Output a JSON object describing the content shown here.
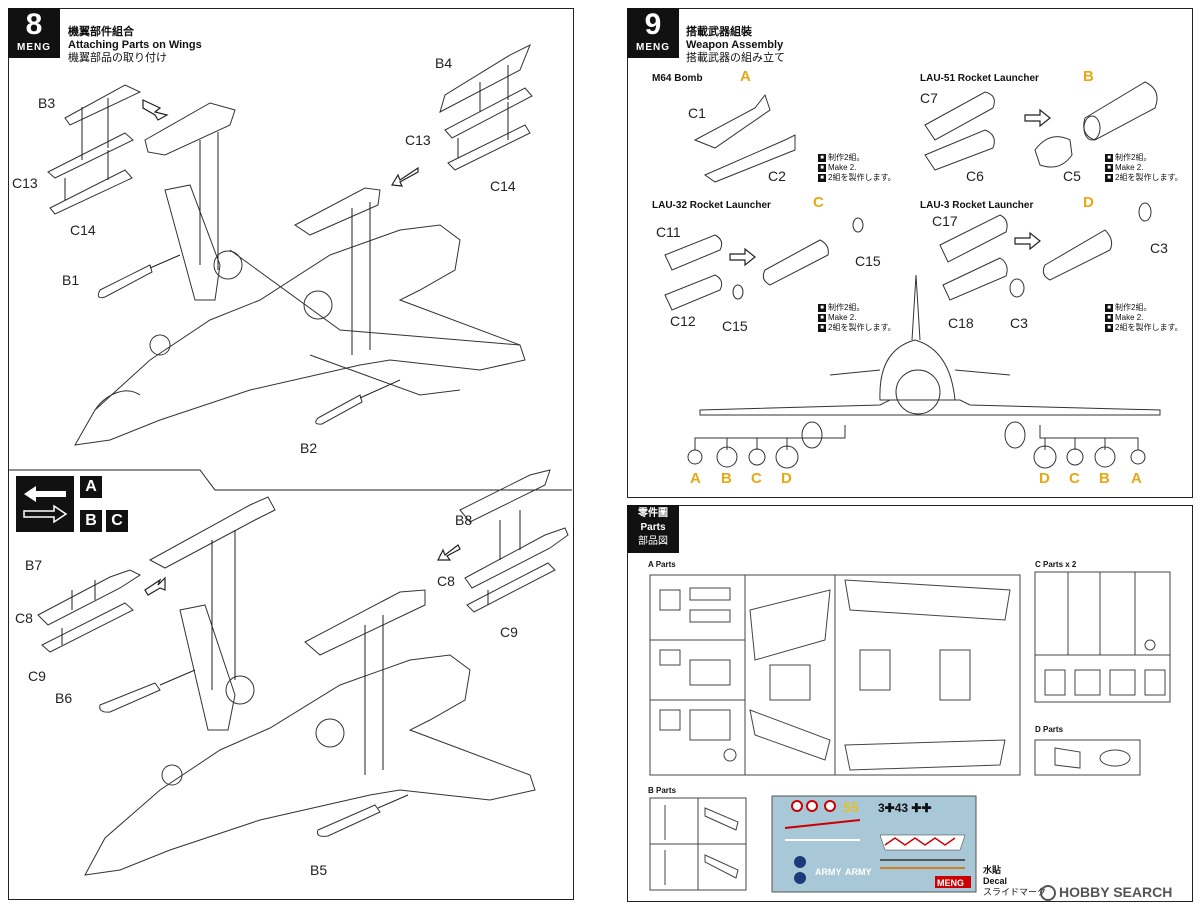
{
  "step8": {
    "number": "8",
    "logo": "MENG",
    "title_cn": "機翼部件組合",
    "title_en": "Attaching Parts on Wings",
    "title_jp": "機翼部品の取り付け",
    "top_labels": [
      "B3",
      "C13",
      "C14",
      "B1",
      "B4",
      "C13",
      "C14",
      "B2"
    ],
    "bottom_labels": [
      "B7",
      "C8",
      "C9",
      "B6",
      "B8",
      "C8",
      "C9",
      "B5"
    ],
    "options_icons": [
      "A",
      "B",
      "C"
    ]
  },
  "step9": {
    "number": "9",
    "logo": "MENG",
    "title_cn": "搭載武器組裝",
    "title_en": "Weapon Assembly",
    "title_jp": "搭載武器の組み立て",
    "sub_a": {
      "name": "M64 Bomb",
      "letter": "A",
      "labels": [
        "C1",
        "C2"
      ]
    },
    "sub_b": {
      "name": "LAU-51 Rocket Launcher",
      "letter": "B",
      "labels": [
        "C7",
        "C6",
        "C5"
      ]
    },
    "sub_c": {
      "name": "LAU-32 Rocket Launcher",
      "letter": "C",
      "labels": [
        "C11",
        "C15",
        "C12",
        "C15"
      ]
    },
    "sub_d": {
      "name": "LAU-3 Rocket Launcher",
      "letter": "D",
      "labels": [
        "C17",
        "C3",
        "C18",
        "C3"
      ]
    },
    "make_note": {
      "cn": "制作2組。",
      "en": "Make 2.",
      "jp": "2組を製作します。"
    },
    "stations_left": [
      "A",
      "B",
      "C",
      "D"
    ],
    "stations_right": [
      "D",
      "C",
      "B",
      "A"
    ]
  },
  "parts": {
    "title_cn": "零件圖",
    "title_en": "Parts",
    "title_jp": "部品図",
    "a_parts": "A  Parts",
    "b_parts": "B  Parts",
    "c_parts": "C  Parts  x 2",
    "d_parts": "D  Parts",
    "decal_cn": "水貼",
    "decal_en": "Decal",
    "decal_jp": "スライドマーク"
  },
  "watermark": "HOBBY SEARCH"
}
